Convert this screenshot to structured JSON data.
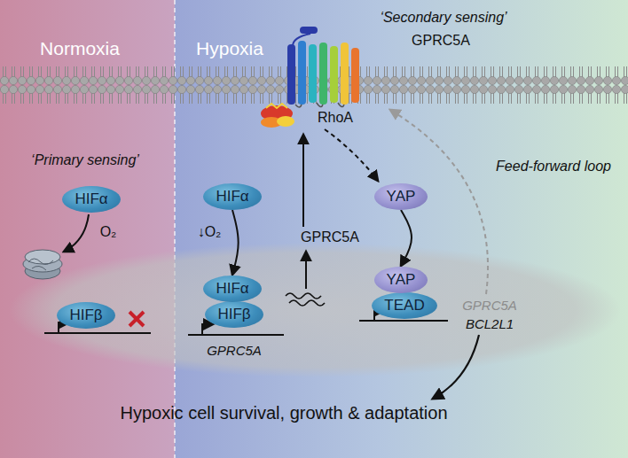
{
  "diagram": {
    "nodes": [
      {
        "text": [
          "HIFα"
        ]
      },
      {
        "text": [
          "HIFβ"
        ]
      },
      {
        "text": [
          "HIFα"
        ]
      },
      {
        "text": [
          "YAP"
        ]
      },
      {
        "text": [
          "HIFα"
        ]
      },
      {
        "text": [
          "HIFβ"
        ]
      },
      {
        "text": [
          "YAP"
        ]
      },
      {
        "text": [
          "TEAD"
        ]
      }
    ],
    "edges": [
      {
        "from": 2,
        "to": 4,
        "arrow": "to"
      },
      {
        "from": 3,
        "to": 6,
        "arrow": "to"
      }
    ],
    "labels": [
      "Normoxia",
      "Hypoxia",
      "‘Secondary sensing’",
      "GPRC5A",
      "RhoA",
      "‘Primary sensing’",
      "O₂",
      "↓O₂",
      "GPRC5A",
      "Feed-forward loop",
      "GPRC5A",
      "GPRC5A",
      "BCL2L1",
      "Hypoxic cell survival, growth & adaptation"
    ]
  }
}
